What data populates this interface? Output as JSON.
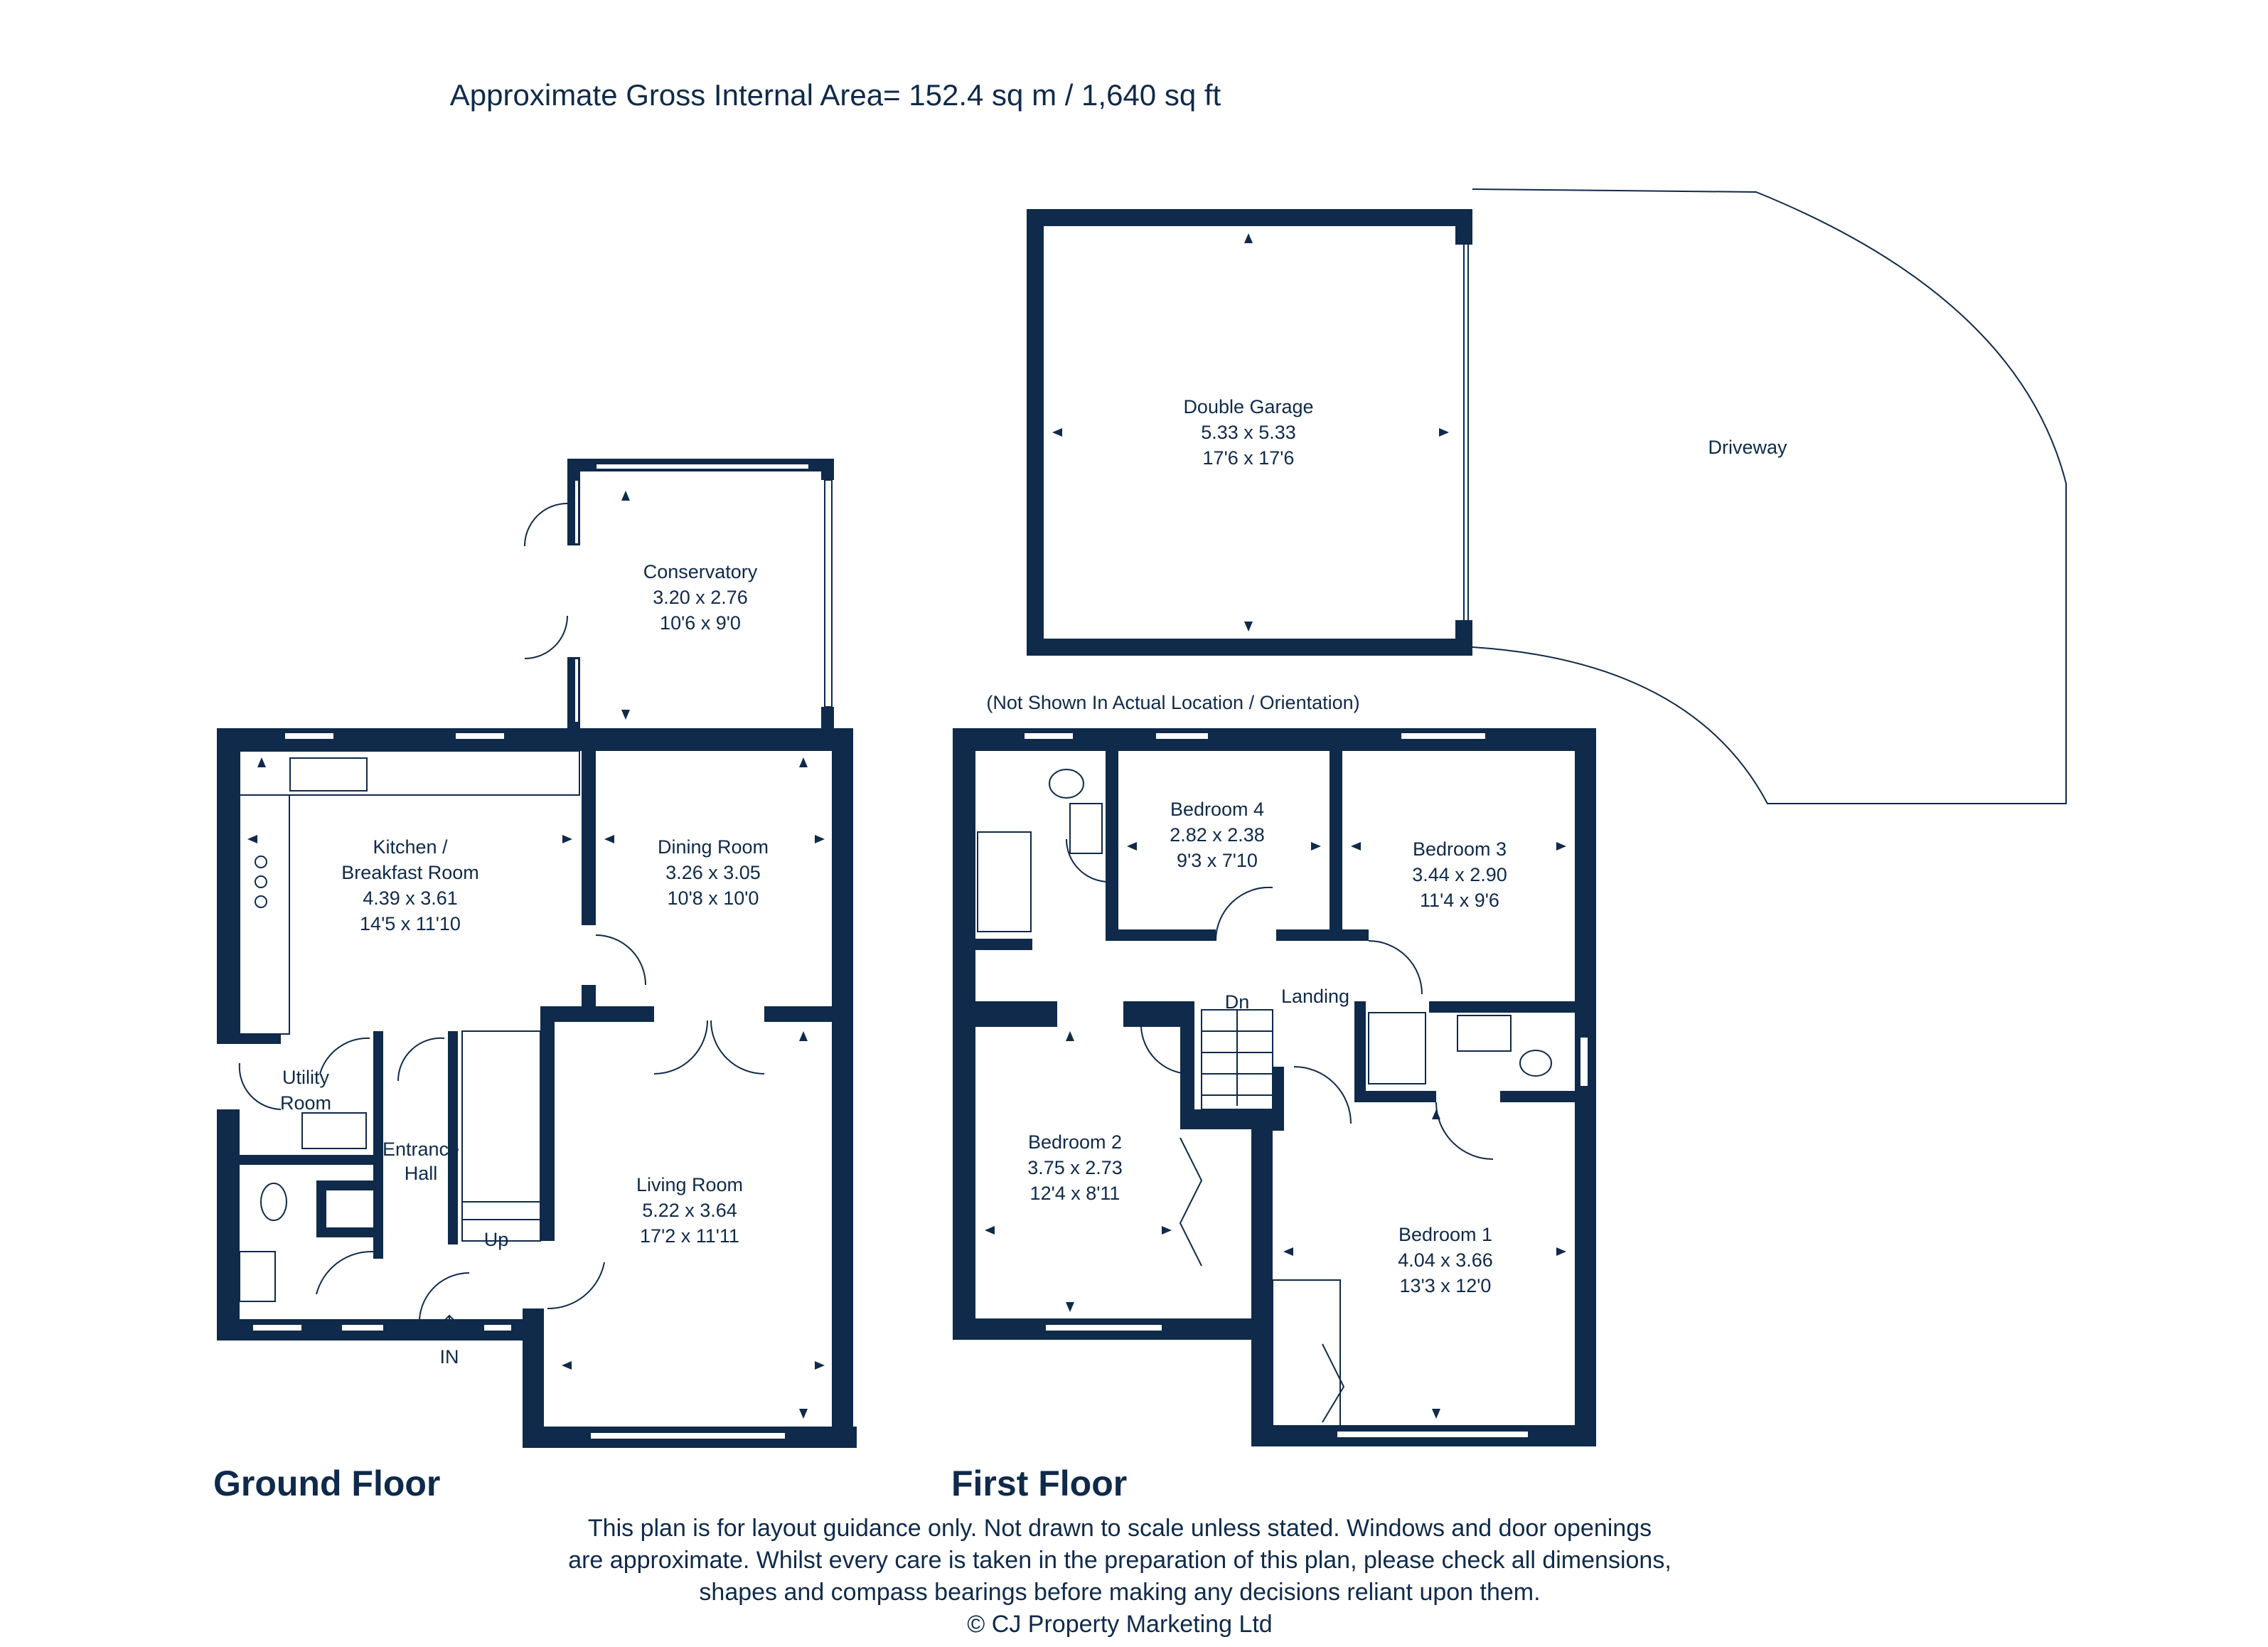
{
  "header": {
    "area_text": "Approximate Gross Internal Area= 152.4 sq m / 1,640 sq ft"
  },
  "floors": {
    "ground_label": "Ground Floor",
    "first_label": "First Floor"
  },
  "annotation": "(Not Shown In Actual Location / Orientation)",
  "rooms": {
    "garage": {
      "name": "Double Garage",
      "metric": "5.33 x 5.33",
      "imperial": "17'6 x 17'6"
    },
    "driveway": {
      "name": "Driveway"
    },
    "conservatory": {
      "name": "Conservatory",
      "metric": "3.20 x 2.76",
      "imperial": "10'6 x 9'0"
    },
    "kitchen": {
      "name1": "Kitchen /",
      "name2": "Breakfast Room",
      "metric": "4.39 x 3.61",
      "imperial": "14'5 x 11'10"
    },
    "dining": {
      "name": "Dining Room",
      "metric": "3.26 x 3.05",
      "imperial": "10'8 x 10'0"
    },
    "living": {
      "name": "Living Room",
      "metric": "5.22 x 3.64",
      "imperial": "17'2 x 11'11"
    },
    "utility": {
      "name1": "Utility",
      "name2": "Room"
    },
    "entrance": {
      "name1": "Entrance",
      "name2": "Hall"
    },
    "up": "Up",
    "in": "IN",
    "bed4": {
      "name": "Bedroom 4",
      "metric": "2.82 x 2.38",
      "imperial": "9'3 x 7'10"
    },
    "bed3": {
      "name": "Bedroom 3",
      "metric": "3.44 x 2.90",
      "imperial": "11'4 x 9'6"
    },
    "bed2": {
      "name": "Bedroom 2",
      "metric": "3.75 x 2.73",
      "imperial": "12'4 x 8'11"
    },
    "bed1": {
      "name": "Bedroom 1",
      "metric": "4.04 x 3.66",
      "imperial": "13'3 x 12'0"
    },
    "landing": "Landing",
    "dn": "Dn"
  },
  "disclaimer": {
    "line1": "This plan is for layout guidance only. Not drawn to scale unless stated. Windows and door openings",
    "line2": "are approximate. Whilst every care is taken in the preparation of this plan, please check all dimensions,",
    "line3": "shapes and compass bearings before making any decisions reliant upon them.",
    "line4": "© CJ Property Marketing Ltd"
  },
  "colors": {
    "ink": "#0f2a4a",
    "background": "#ffffff"
  }
}
